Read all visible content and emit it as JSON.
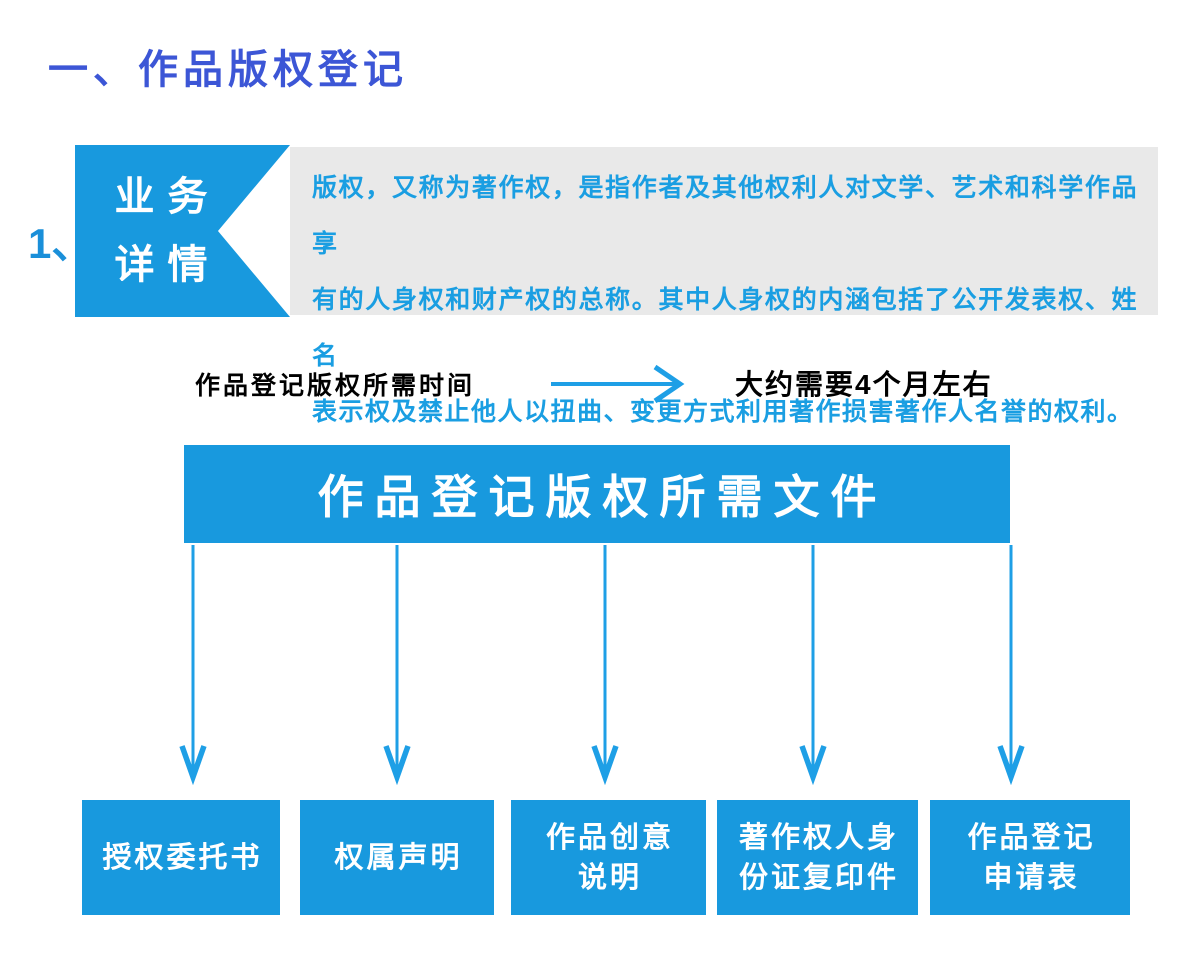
{
  "title": "一、作品版权登记",
  "section_marker": "1、",
  "label_box": {
    "line1": "业务",
    "line2": "详情"
  },
  "description": {
    "lines": [
      "版权，又称为著作权，是指作者及其他权利人对文学、艺术和科学作品享",
      "有的人身权和财产权的总称。其中人身权的内涵包括了公开发表权、姓名",
      "表示权及禁止他人以扭曲、变更方式利用著作损害著作人名誉的权利。"
    ],
    "full_text": "版权，又称为著作权，是指作者及其他权利人对文学、艺术和科学作品享有的人身权和财产权的总称。其中人身权的内涵包括了公开发表权、姓名表示权及禁止他人以扭曲、变更方式利用著作损害著作人名誉的权利。"
  },
  "time_row": {
    "label": "作品登记版权所需时间",
    "value": "大约需要4个月左右"
  },
  "banner": {
    "title": "作品登记版权所需文件"
  },
  "documents": [
    {
      "label": "授权委托书",
      "lines": [
        "授权委托书"
      ]
    },
    {
      "label": "权属声明",
      "lines": [
        "权属声明"
      ]
    },
    {
      "label": "作品创意说明",
      "lines": [
        "作品创意",
        "说明"
      ]
    },
    {
      "label": "著作权人身份证复印件",
      "lines": [
        "著作权人身",
        "份证复印件"
      ]
    },
    {
      "label": "作品登记申请表",
      "lines": [
        "作品登记",
        "申请表"
      ]
    }
  ],
  "colors": {
    "accent_blue": "#1899DE",
    "arrow_blue": "#1E9FE6",
    "title_blue": "#3C56D6",
    "marker_blue": "#1A8FD9",
    "panel_gray": "#E9E9E9",
    "text_blue": "#1A9EE2",
    "text_black": "#000000",
    "white": "#FFFFFF"
  }
}
